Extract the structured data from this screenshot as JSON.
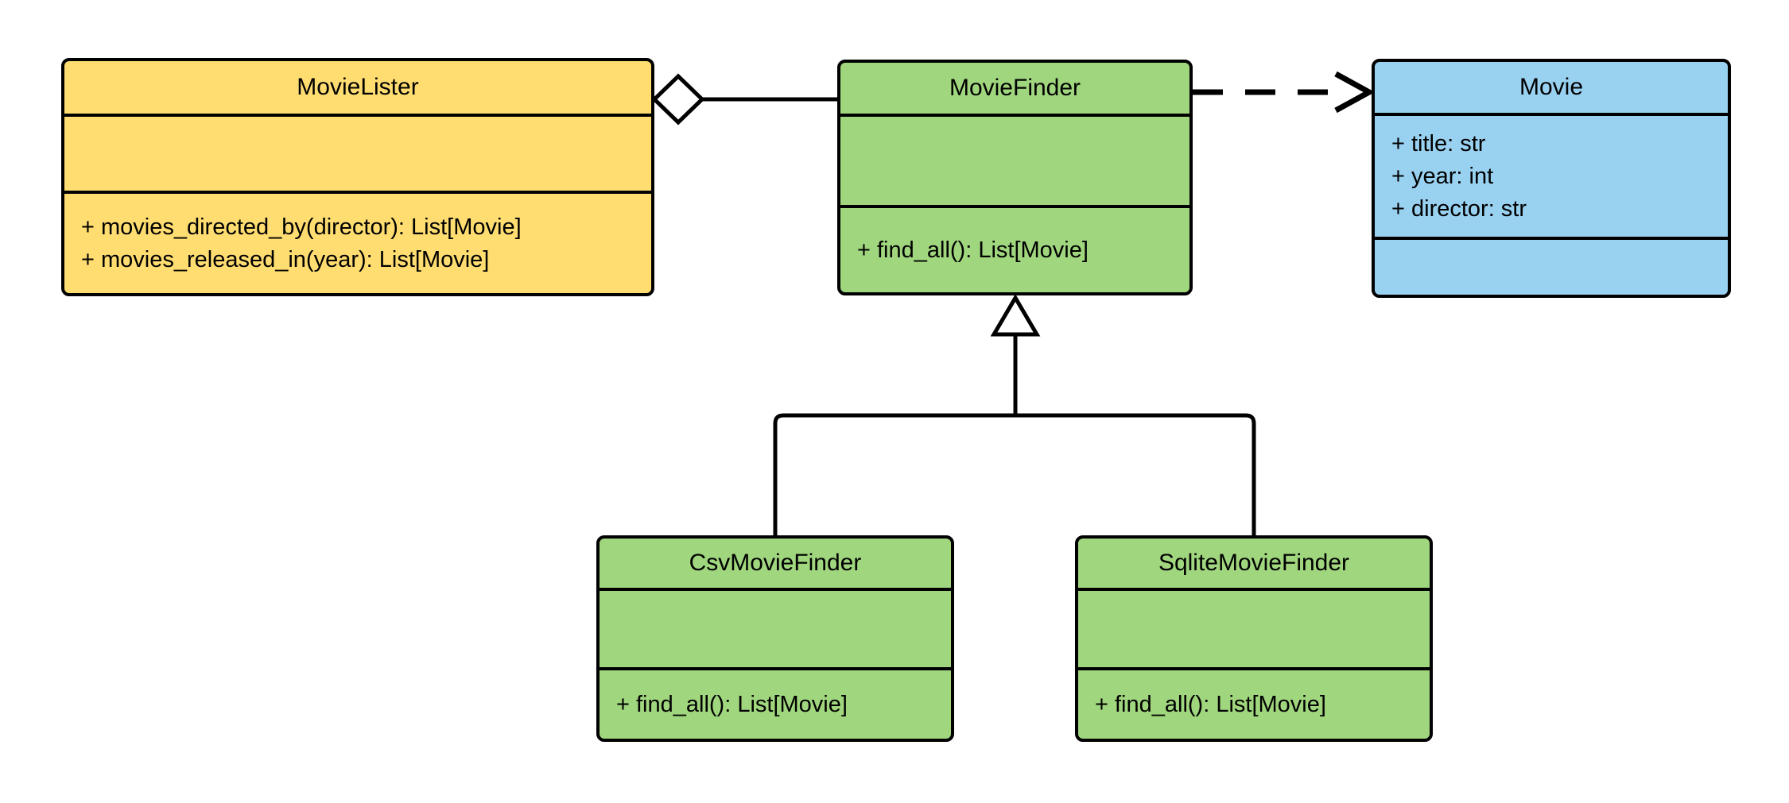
{
  "diagram": {
    "type": "uml-class-diagram",
    "classes": [
      {
        "name": "MovieLister",
        "fill": "#FFDD71",
        "attributes": [],
        "methods": [
          "+ movies_directed_by(director): List[Movie]",
          "+ movies_released_in(year): List[Movie]"
        ]
      },
      {
        "name": "MovieFinder",
        "fill": "#A0D67D",
        "attributes": [],
        "methods": [
          "+ find_all(): List[Movie]"
        ]
      },
      {
        "name": "Movie",
        "fill": "#99D1F1",
        "attributes": [
          "+ title: str",
          "+ year: int",
          "+ director: str"
        ],
        "methods": []
      },
      {
        "name": "CsvMovieFinder",
        "fill": "#A0D67D",
        "attributes": [],
        "methods": [
          "+ find_all(): List[Movie]"
        ]
      },
      {
        "name": "SqliteMovieFinder",
        "fill": "#A0D67D",
        "attributes": [],
        "methods": [
          "+ find_all(): List[Movie]"
        ]
      }
    ],
    "relationships": [
      {
        "type": "aggregation",
        "from": "MovieLister",
        "to": "MovieFinder",
        "line": "solid",
        "marker": "hollow-diamond"
      },
      {
        "type": "dependency",
        "from": "MovieFinder",
        "to": "Movie",
        "line": "dashed",
        "marker": "open-arrow"
      },
      {
        "type": "inheritance",
        "from": "CsvMovieFinder",
        "to": "MovieFinder",
        "line": "solid",
        "marker": "hollow-triangle"
      },
      {
        "type": "inheritance",
        "from": "SqliteMovieFinder",
        "to": "MovieFinder",
        "line": "solid",
        "marker": "hollow-triangle"
      }
    ],
    "colors": {
      "lister_fill": "#FFDD71",
      "finder_fill": "#A0D67D",
      "movie_fill": "#99D1F1",
      "stroke": "#000000",
      "background": "#FFFFFF"
    }
  }
}
